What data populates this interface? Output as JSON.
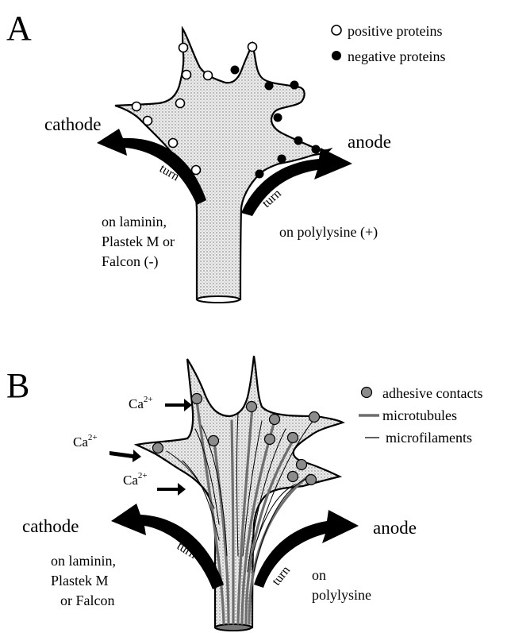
{
  "panel_a": {
    "label": "A",
    "legend": {
      "positive": "positive proteins",
      "negative": "negative proteins"
    },
    "cathode": "cathode",
    "anode": "anode",
    "turn_left": "turn",
    "turn_right": "turn",
    "substrate_left": [
      "on laminin,",
      "Plastek M or",
      "Falcon (-)"
    ],
    "substrate_right": "on polylysine (+)"
  },
  "panel_b": {
    "label": "B",
    "legend": {
      "adhesive": "adhesive contacts",
      "microtubules": "microtubules",
      "microfilaments": "microfilaments"
    },
    "ca_base": "Ca",
    "ca_sup": "2+",
    "cathode": "cathode",
    "anode": "anode",
    "turn_left": "turn",
    "turn_right": "turn",
    "substrate_left": [
      "on laminin,",
      "Plastek M",
      "or Falcon"
    ],
    "substrate_right": [
      "on",
      "polylysine"
    ]
  },
  "colors": {
    "fill": "#dcdcdc",
    "contact": "#8c8c8c",
    "ink": "#000000"
  }
}
